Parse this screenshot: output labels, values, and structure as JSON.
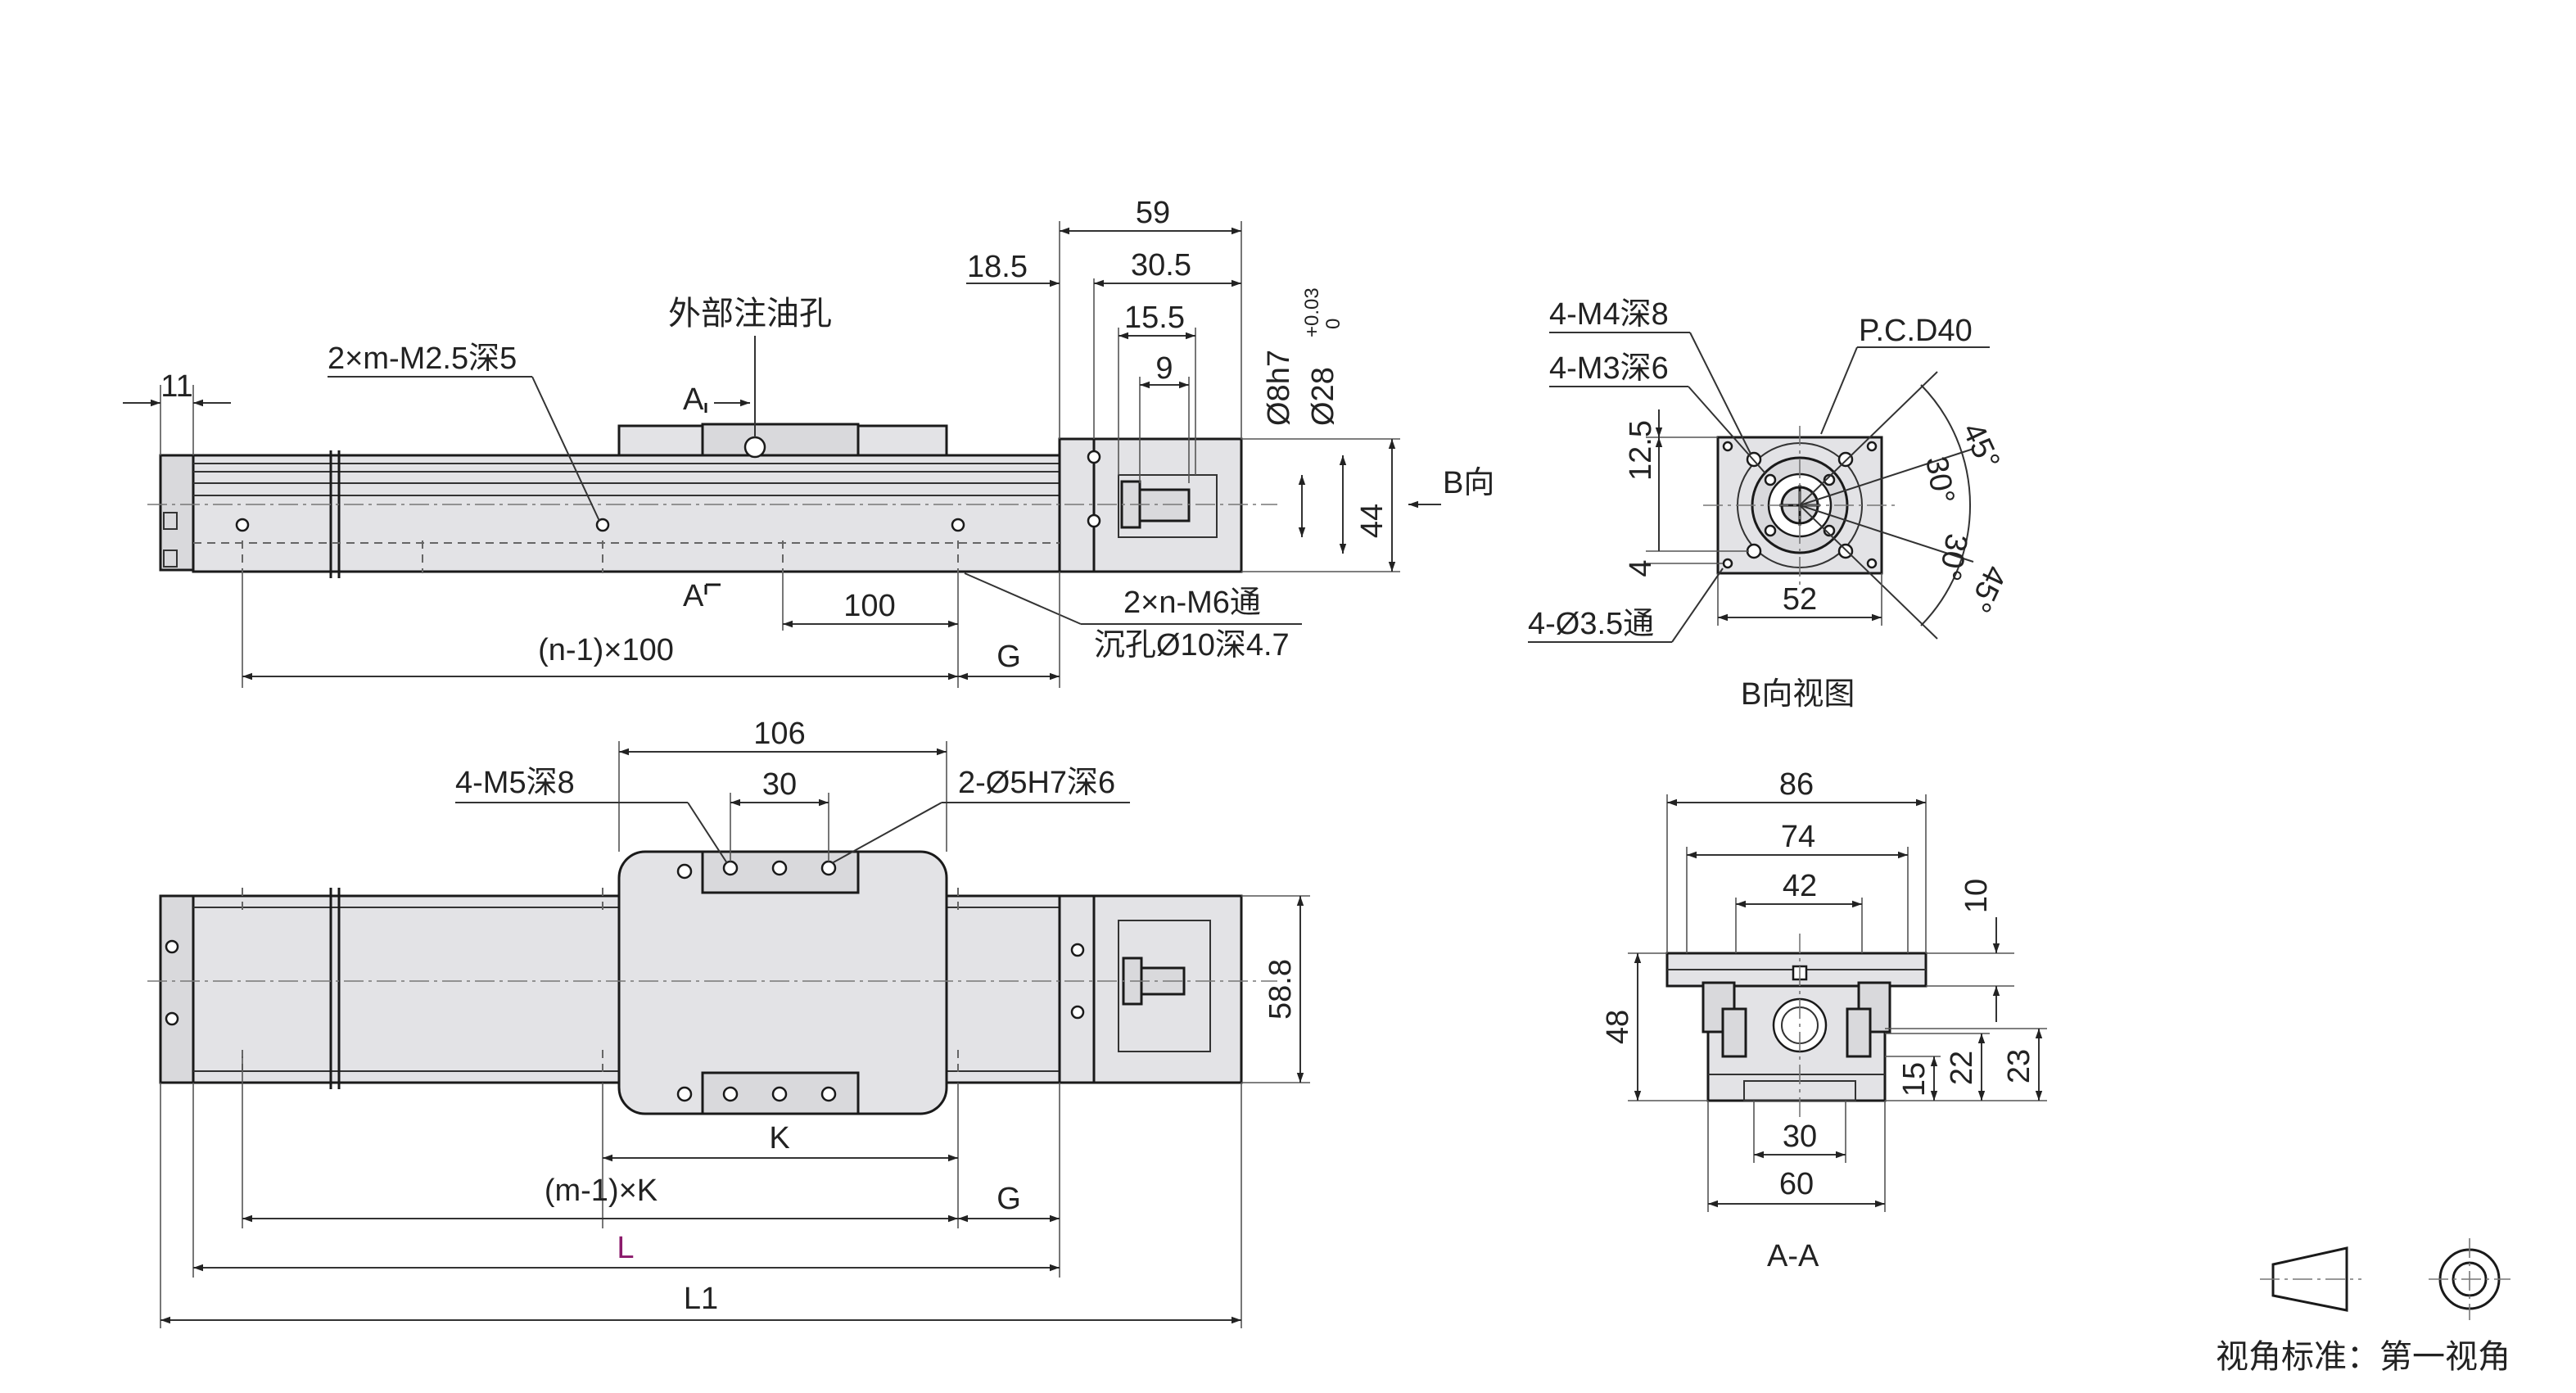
{
  "side_view": {
    "top_dims": {
      "d59": "59",
      "d18_5": "18.5",
      "d30_5": "30.5",
      "d15_5": "15.5",
      "d9": "9"
    },
    "shaft_dims": {
      "d8": "Ø8h7",
      "d28": "Ø28",
      "d28_tol_upper": "+0.03",
      "d28_tol_lower": "0",
      "h44": "44"
    },
    "oil_hole": "外部注油孔",
    "tap_note": "2×m-M2.5深5",
    "end_dim": "11",
    "section_label_top": "A",
    "section_label_bottom": "A",
    "b_direction": "B向",
    "pitch": "100",
    "mount_holes": "2×n-M6通",
    "counterbore": "沉孔Ø10深4.7",
    "span_n": "(n-1)×100",
    "g": "G"
  },
  "top_view": {
    "width_106": "106",
    "hole_spacing_30": "30",
    "table_taps": "4-M5深8",
    "pin_holes": "2-Ø5H7深6",
    "height_58_8": "58.8",
    "k": "K",
    "span_m": "(m-1)×K",
    "g": "G",
    "length_l": "L",
    "length_l1": "L1"
  },
  "b_view": {
    "m4": "4-M4深8",
    "m3": "4-M3深6",
    "pcd": "P.C.D40",
    "angle_45_top": "45°",
    "angle_30_top": "30°",
    "angle_30_bottom": "30°",
    "angle_45_bottom": "45°",
    "dim_12_5": "12.5",
    "dim_4": "4",
    "dim_52": "52",
    "holes": "4-Ø3.5通",
    "title": "B向视图"
  },
  "section_view": {
    "w86": "86",
    "w74": "74",
    "w42": "42",
    "h10": "10",
    "h48": "48",
    "h15": "15",
    "h22": "22",
    "h23": "23",
    "w30": "30",
    "w60": "60",
    "title": "A-A"
  },
  "projection": {
    "label": "视角标准：第一视角"
  },
  "colors": {
    "line": "#1a1a1a",
    "fill": "#e3e3e6",
    "text": "#222222",
    "accent_L": "#8b1a6b"
  }
}
